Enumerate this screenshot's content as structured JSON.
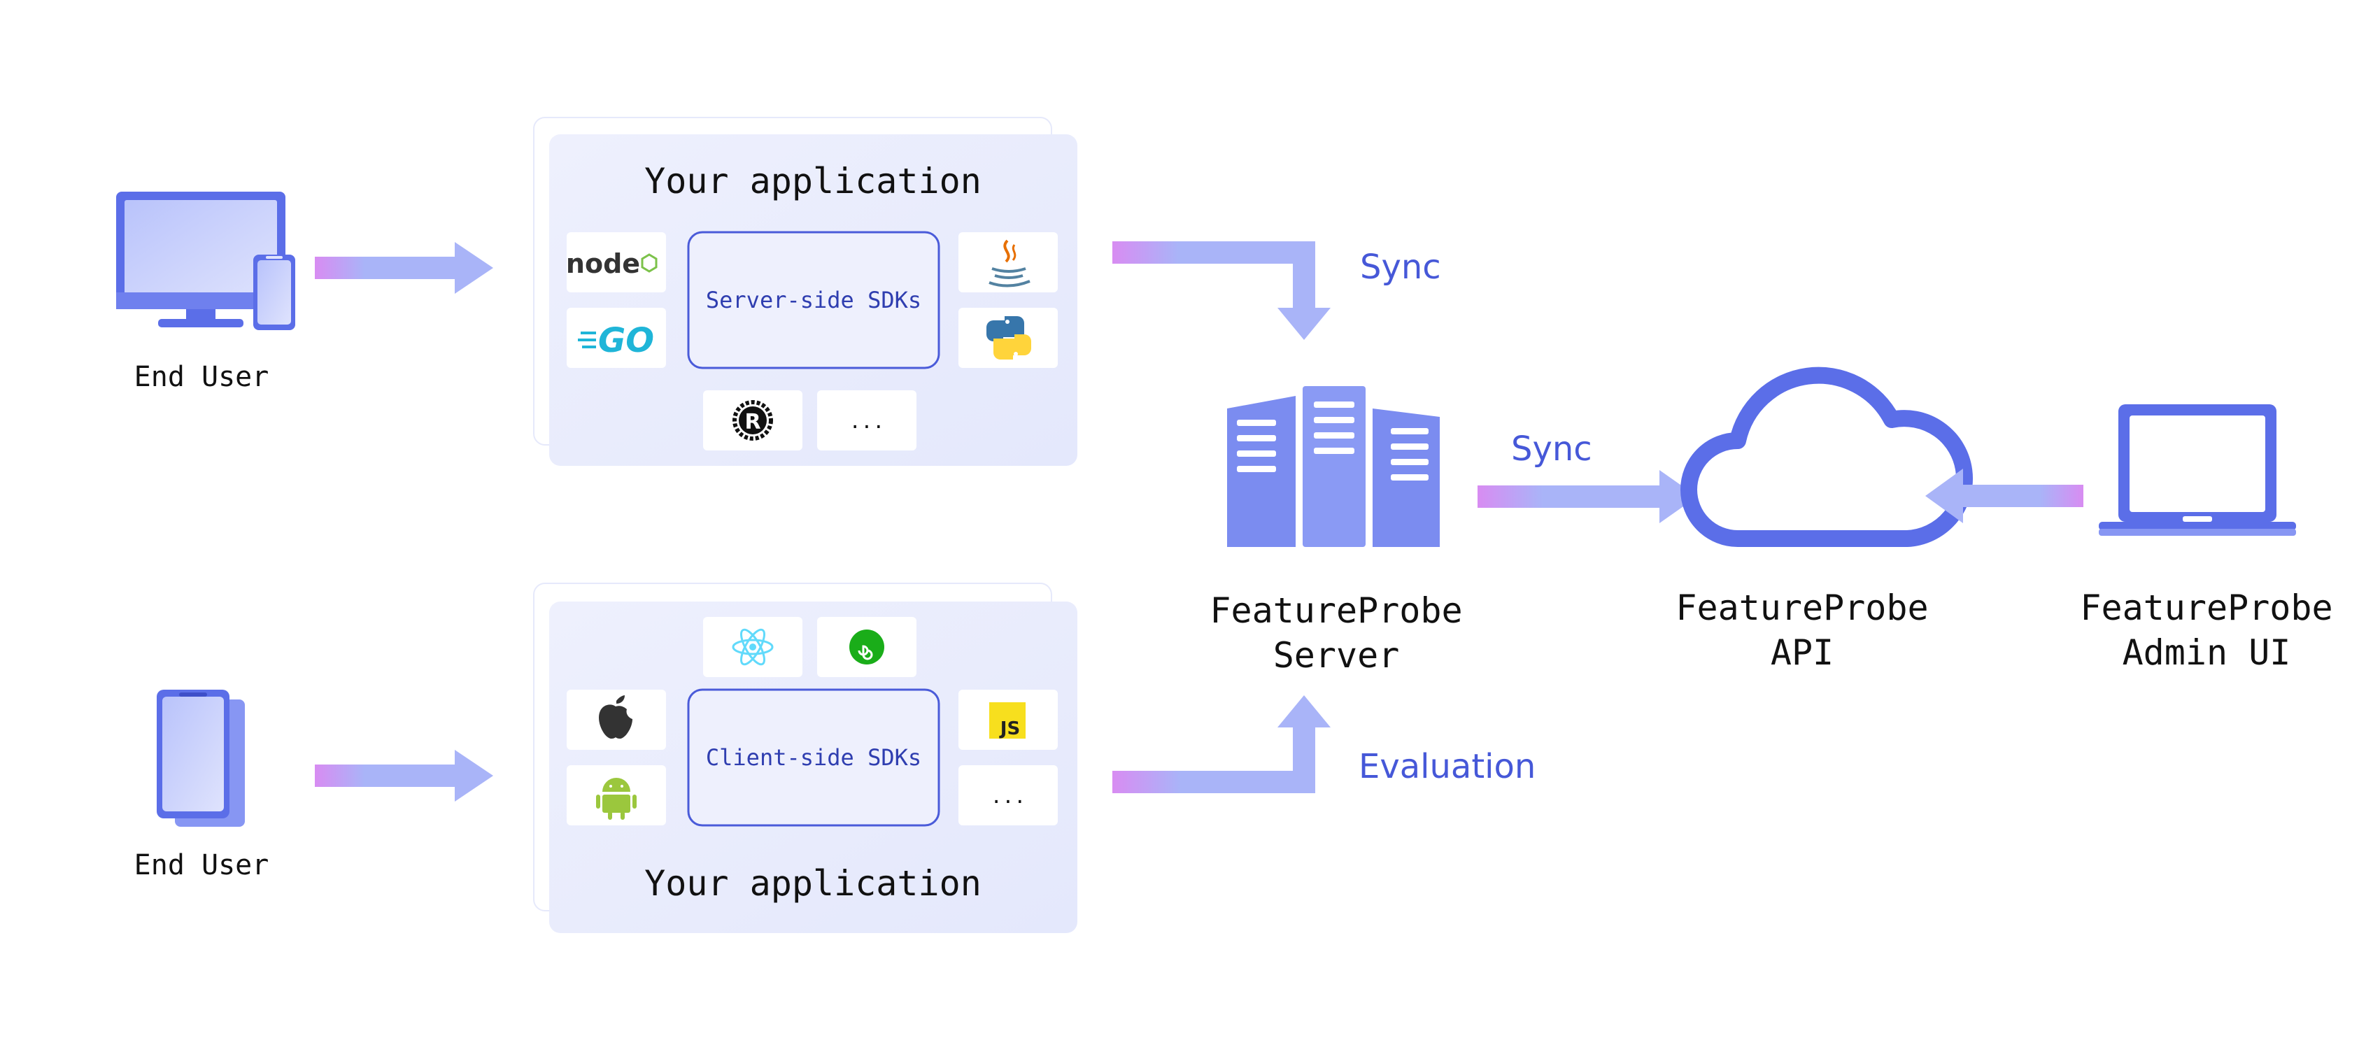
{
  "colors": {
    "accent": "#5b6ee8",
    "accent_light": "#a9b4f8",
    "arrow_pink": "#d88cf2",
    "panel": "#e8ebfc",
    "panel_border": "#eceffc",
    "sdk_border": "#4a5bd9",
    "text": "#111111",
    "label_blue": "#4658d8"
  },
  "top_flow": {
    "end_user_label": "End User",
    "app_title": "Your application",
    "sdk_box_label": "Server-side SDKs",
    "sdk_icons": [
      "nodejs-icon",
      "go-icon",
      "java-icon",
      "python-icon",
      "rust-icon"
    ],
    "more_label": "..."
  },
  "bottom_flow": {
    "end_user_label": "End User",
    "app_title": "Your application",
    "sdk_box_label": "Client-side SDKs",
    "sdk_icons": [
      "react-icon",
      "miniprogram-icon",
      "apple-icon",
      "android-icon",
      "javascript-icon"
    ],
    "more_label": "...",
    "js_badge": "JS"
  },
  "connectors": {
    "sync_top": "Sync",
    "sync_middle": "Sync",
    "evaluation": "Evaluation"
  },
  "server": {
    "line1": "FeatureProbe",
    "line2": "Server"
  },
  "api": {
    "line1": "FeatureProbe",
    "line2": "API"
  },
  "admin": {
    "line1": "FeatureProbe",
    "line2": "Admin UI"
  }
}
